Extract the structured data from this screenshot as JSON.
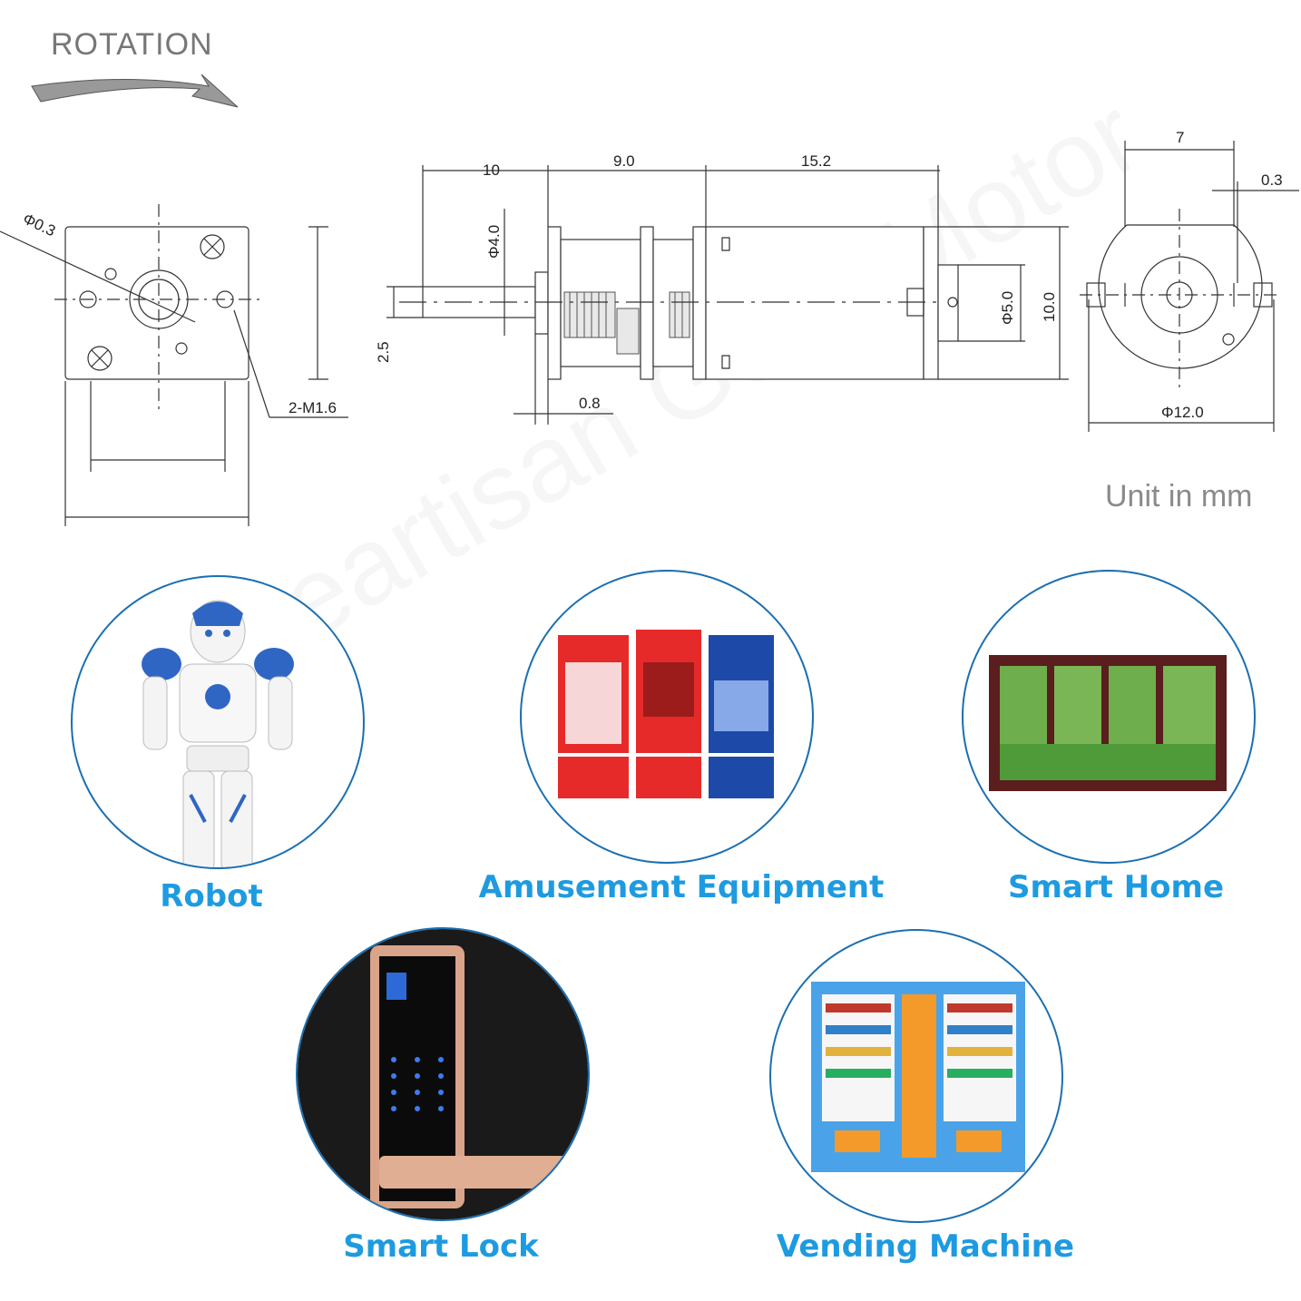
{
  "rotation": {
    "label": "ROTATION"
  },
  "dimensions": {
    "hole_diameter": "Φ0.3",
    "mount_screws": "2-M1.6",
    "shaft_length": "10",
    "gearbox_length": "9.0",
    "motor_length": "15.2",
    "shaft_diameter": "Φ4.0",
    "shaft_flat": "2.5",
    "plate_thickness": "0.8",
    "boss_diameter": "Φ5.0",
    "body_height": "10.0",
    "terminal_span": "7",
    "terminal_thickness": "0.3",
    "body_diameter": "Φ12.0"
  },
  "unit_note": "Unit in mm",
  "watermark": "Greartisan Gear Motor",
  "applications": [
    {
      "name": "Robot"
    },
    {
      "name": "Amusement Equipment"
    },
    {
      "name": "Smart Home"
    },
    {
      "name": "Smart Lock"
    },
    {
      "name": "Vending Machine"
    }
  ],
  "colors": {
    "caption": "#1e9be0",
    "circle_border": "#1b6fb1",
    "line": "#333333"
  }
}
